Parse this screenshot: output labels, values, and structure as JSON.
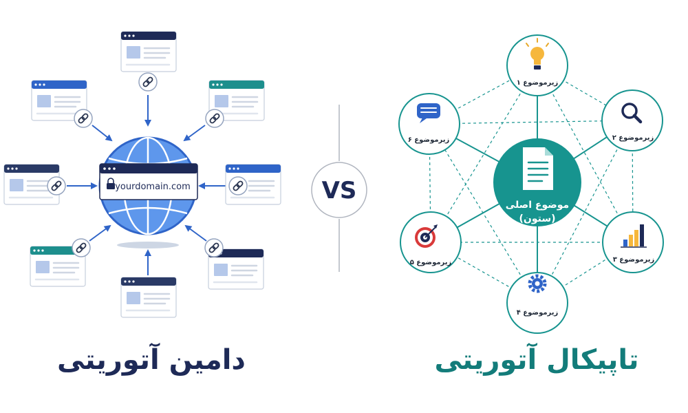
{
  "domain_authority": {
    "title": "دامین آتوریتی",
    "domain_text": "yourdomain.com",
    "colors": {
      "navy": "#1e2a57",
      "blue": "#2f64c8",
      "globe": "#5e97ec",
      "teal": "#1d8f8d"
    }
  },
  "vs_label": "VS",
  "topical_authority": {
    "title": "تاپیکال آتوریتی",
    "pillar": {
      "line1": "موضوع اصلی",
      "line2": "(ستون)",
      "icon": "document-icon"
    },
    "subtopics": [
      {
        "label": "زیرموضوع ۱",
        "icon": "lightbulb-icon"
      },
      {
        "label": "زیرموضوع ۲",
        "icon": "magnifier-icon"
      },
      {
        "label": "زیرموضوع ۳",
        "icon": "bar-chart-icon"
      },
      {
        "label": "زیرموضوع ۴",
        "icon": "gear-icon"
      },
      {
        "label": "زیرموضوع ۵",
        "icon": "target-icon"
      },
      {
        "label": "زیرموضوع ۶",
        "icon": "chat-bubble-icon"
      }
    ],
    "colors": {
      "teal": "#17948f",
      "dark_teal": "#137c7a"
    }
  }
}
